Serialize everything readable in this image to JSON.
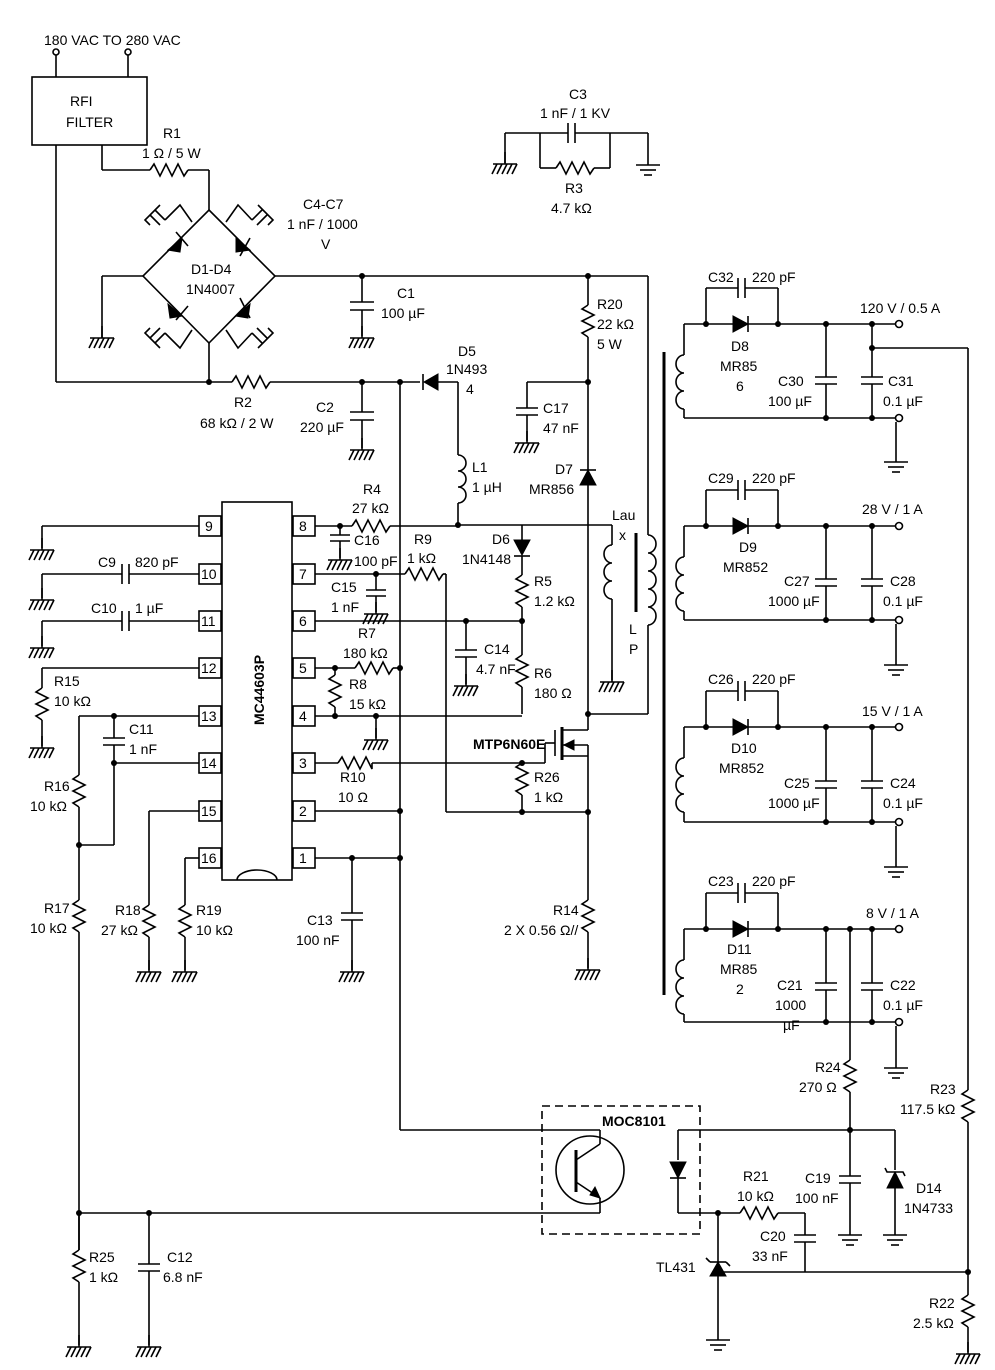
{
  "input_label": "180 VAC TO 280 VAC",
  "rfi_filter": [
    "RFI",
    "FILTER"
  ],
  "ic": {
    "name": "MC44603P",
    "pins": [
      "1",
      "2",
      "3",
      "4",
      "5",
      "6",
      "7",
      "8",
      "9",
      "10",
      "11",
      "12",
      "13",
      "14",
      "15",
      "16"
    ]
  },
  "components": {
    "R1": [
      "R1",
      "1 Ω / 5 W"
    ],
    "C4C7": [
      "C4-C7",
      "1 nF / 1000",
      "V"
    ],
    "D1D4": [
      "D1-D4",
      "1N4007"
    ],
    "C3": [
      "C3",
      "1 nF / 1 KV"
    ],
    "R3": [
      "R3",
      "4.7 kΩ"
    ],
    "C1": [
      "C1",
      "100 µF"
    ],
    "R20": [
      "R20",
      "22 kΩ",
      "5 W"
    ],
    "R2": [
      "R2",
      "68 kΩ / 2 W"
    ],
    "C2": [
      "C2",
      "220 µF"
    ],
    "D5": [
      "D5",
      "1N493",
      "4"
    ],
    "C17": [
      "C17",
      "47 nF"
    ],
    "D7": [
      "D7",
      "MR856"
    ],
    "L1": [
      "L1",
      "1 µH"
    ],
    "R4": [
      "R4",
      "27 kΩ"
    ],
    "C16": [
      "C16",
      "100 pF"
    ],
    "R9": [
      "R9",
      "1 kΩ"
    ],
    "D6": [
      "D6",
      "1N4148"
    ],
    "C15": [
      "C15",
      "1 nF"
    ],
    "R5": [
      "R5",
      "1.2 kΩ"
    ],
    "R7": [
      "R7",
      "180 kΩ"
    ],
    "C14": [
      "C14",
      "4.7 nF"
    ],
    "R6": [
      "R6",
      "180 Ω"
    ],
    "R8": [
      "R8",
      "15 kΩ"
    ],
    "R10": [
      "R10",
      "10 Ω"
    ],
    "R26": [
      "R26",
      "1 kΩ"
    ],
    "mosfet": "MTP6N60E",
    "R14": [
      "R14",
      "2 X 0.56 Ω//"
    ],
    "C9": [
      "C9",
      "820 pF"
    ],
    "C10": [
      "C10",
      "1 µF"
    ],
    "R15": [
      "R15",
      "10 kΩ"
    ],
    "C11": [
      "C11",
      "1 nF"
    ],
    "R16": [
      "R16",
      "10 kΩ"
    ],
    "R17": [
      "R17",
      "10 kΩ"
    ],
    "R18": [
      "R18",
      "27 kΩ"
    ],
    "R19": [
      "R19",
      "10 kΩ"
    ],
    "C13": [
      "C13",
      "100 nF"
    ],
    "R25": [
      "R25",
      "1 kΩ"
    ],
    "C12": [
      "C12",
      "6.8 nF"
    ],
    "transformer": [
      "Lau",
      "x",
      "L",
      "P"
    ],
    "C32": [
      "C32",
      "220 pF"
    ],
    "D8": [
      "D8",
      "MR85",
      "6"
    ],
    "C30": [
      "C30",
      "100 µF"
    ],
    "C31": [
      "C31",
      "0.1 µF"
    ],
    "out1": "120 V / 0.5 A",
    "C29": [
      "C29",
      "220 pF"
    ],
    "D9": [
      "D9",
      "MR852"
    ],
    "C27": [
      "C27",
      "1000 µF"
    ],
    "C28": [
      "C28",
      "0.1 µF"
    ],
    "out2": "28 V / 1 A",
    "C26": [
      "C26",
      "220 pF"
    ],
    "D10": [
      "D10",
      "MR852"
    ],
    "C25": [
      "C25",
      "1000 µF"
    ],
    "C24": [
      "C24",
      "0.1 µF"
    ],
    "out3": "15 V / 1 A",
    "C23": [
      "C23",
      "220 pF"
    ],
    "D11": [
      "D11",
      "MR85",
      "2"
    ],
    "C21": [
      "C21",
      "1000",
      "µF"
    ],
    "C22": [
      "C22",
      "0.1 µF"
    ],
    "out4": "8 V / 1 A",
    "R24": [
      "R24",
      "270 Ω"
    ],
    "R23": [
      "R23",
      "117.5 kΩ"
    ],
    "opto": "MOC8101",
    "R21": [
      "R21",
      "10 kΩ"
    ],
    "C19": [
      "C19",
      "100 nF"
    ],
    "D14": [
      "D14",
      "1N4733"
    ],
    "C20": [
      "C20",
      "33 nF"
    ],
    "TL431": "TL431",
    "R22": [
      "R22",
      "2.5 kΩ"
    ]
  }
}
